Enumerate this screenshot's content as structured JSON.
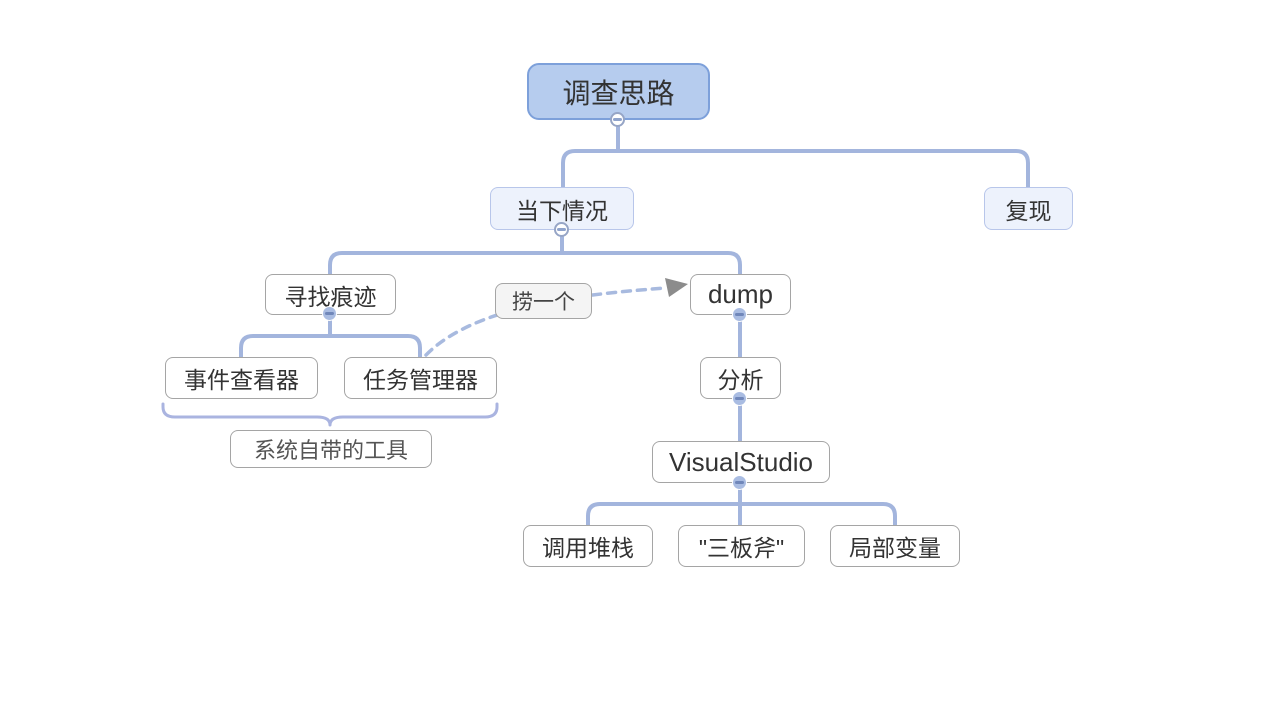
{
  "canvas": {
    "background": "#ffffff"
  },
  "colors": {
    "canvas_bg": "#ffffff",
    "connector": "#a3b5dd",
    "brace": "#aab4e0",
    "root_fill": "#b6ccee",
    "root_border": "#7da0da",
    "level1_fill": "#edf2fc",
    "level1_border": "#b8c6ea",
    "node_border": "#a5a5a5",
    "text": "#333333",
    "summary_text": "#555555",
    "relationship_line": "#a8badf",
    "relationship_arrow": "#8c8c8c",
    "relationship_label_fill": "#f4f4f4"
  },
  "tree": {
    "label": "调查思路",
    "children": [
      {
        "label": "当下情况",
        "children": [
          {
            "label": "寻找痕迹",
            "children": [
              {
                "label": "事件查看器"
              },
              {
                "label": "任务管理器"
              }
            ]
          },
          {
            "label": "dump",
            "children": [
              {
                "label": "分析",
                "children": [
                  {
                    "label": "VisualStudio",
                    "children": [
                      {
                        "label": "调用堆栈"
                      },
                      {
                        "label": "\"三板斧\""
                      },
                      {
                        "label": "局部变量"
                      }
                    ]
                  }
                ]
              }
            ]
          }
        ]
      },
      {
        "label": "复现"
      }
    ]
  },
  "summary": {
    "label": "系统自带的工具",
    "applies_to": [
      "事件查看器",
      "任务管理器"
    ]
  },
  "relationship": {
    "label": "捞一个",
    "from": "任务管理器",
    "to": "dump",
    "style": "dashed-arrow"
  }
}
